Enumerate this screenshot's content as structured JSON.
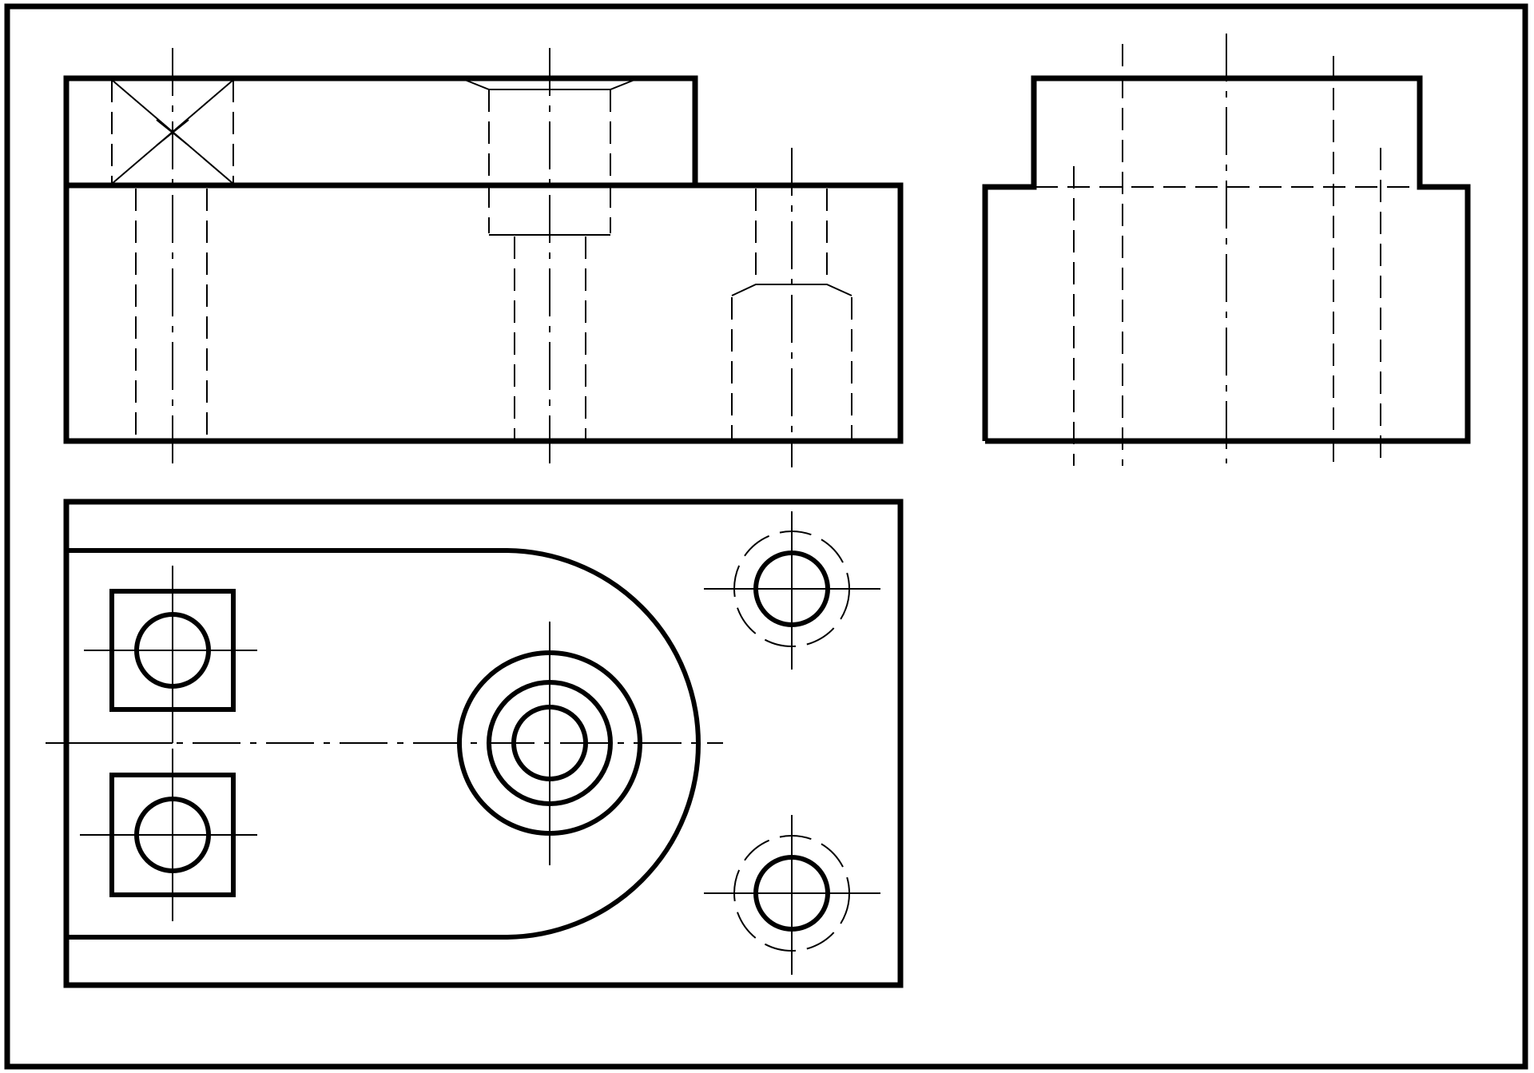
{
  "drawing": {
    "type": "orthographic-projection",
    "views": [
      {
        "name": "front-view",
        "type": "elevation"
      },
      {
        "name": "side-view",
        "type": "elevation"
      },
      {
        "name": "top-view",
        "type": "plan"
      }
    ],
    "line_color": "#000000",
    "background": "#ffffff"
  }
}
